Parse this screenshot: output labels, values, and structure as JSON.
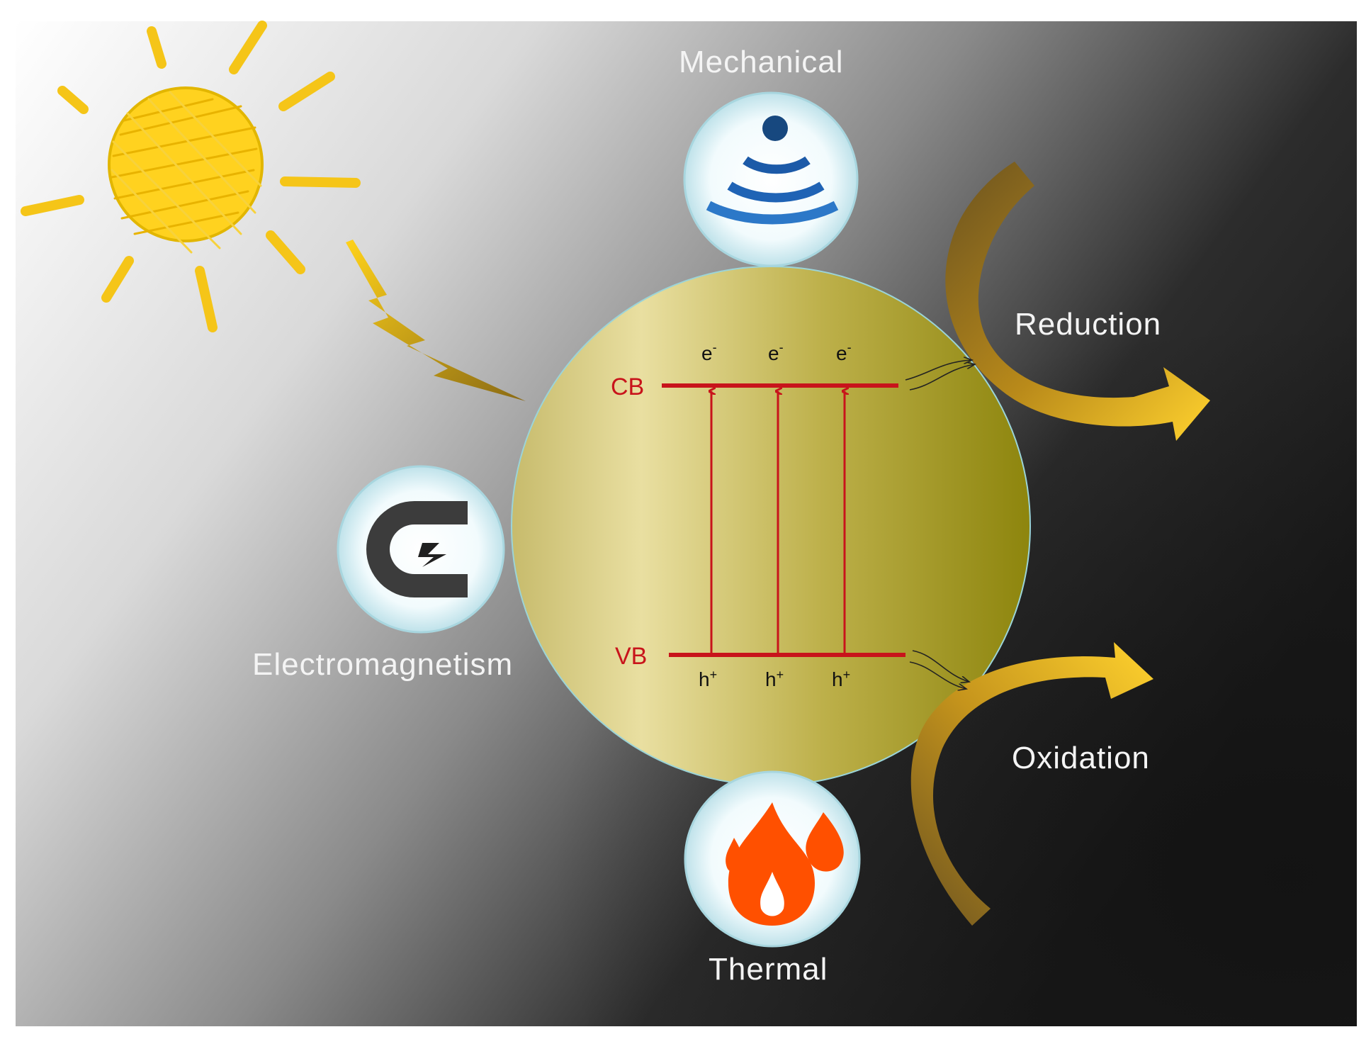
{
  "energy_sources": {
    "mechanical": "Mechanical",
    "electromagnetism": "Electromagnetism",
    "thermal": "Thermal"
  },
  "reactions": {
    "reduction": "Reduction",
    "oxidation": "Oxidation"
  },
  "bands": {
    "conduction": "CB",
    "valence": "VB"
  },
  "carriers": {
    "electron": "e",
    "electron_sup": "-",
    "hole": "h",
    "hole_sup": "+"
  },
  "icons": {
    "sun": "sun-icon",
    "light": "lightning-bolt-icon",
    "mechanical": "sound-wave-icon",
    "electromagnetism": "magnet-icon",
    "thermal": "flame-icon"
  },
  "colors": {
    "band": "#c8141b",
    "sun": "#f5c518",
    "particle": "#b9a51c",
    "flame": "#ff5000",
    "arrow_gold": "#f7c51a",
    "arrow_brown": "#6b5218",
    "wave": "#1f63b5",
    "magnet": "#3c3c3c"
  }
}
